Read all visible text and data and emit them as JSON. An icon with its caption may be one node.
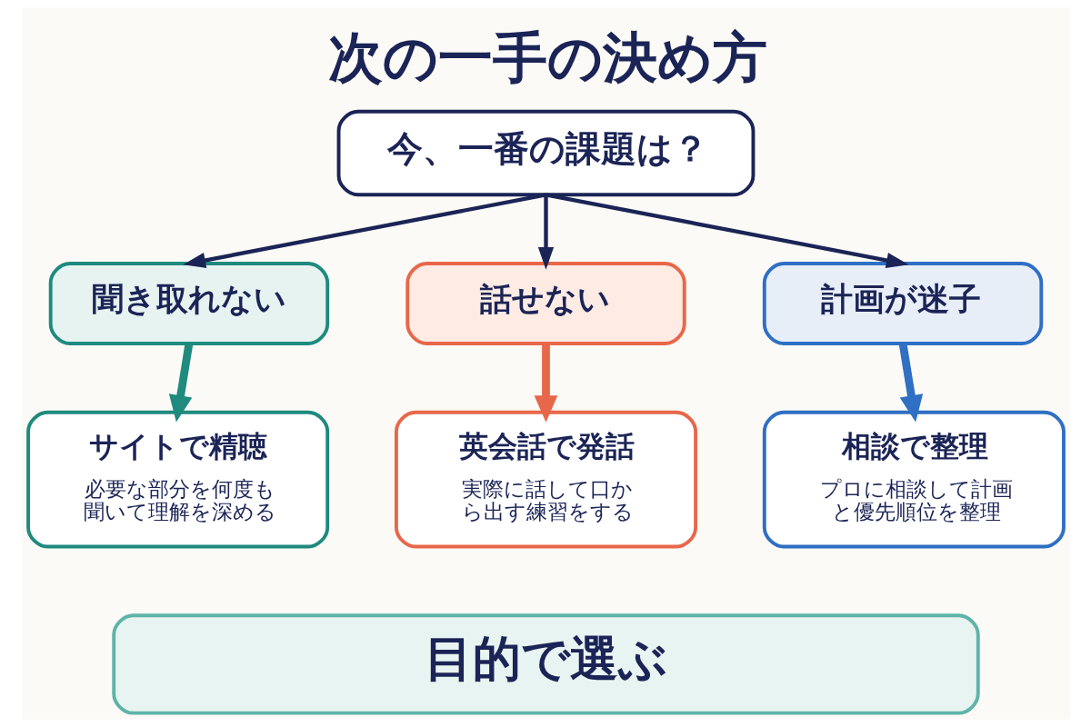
{
  "diagram": {
    "title": "次の一手の決め方",
    "nodes": [
      {
        "text": [
          "今、一番の課題は？"
        ]
      },
      {
        "text": [
          "聞き取れない"
        ]
      },
      {
        "text": [
          "話せない"
        ]
      },
      {
        "text": [
          "計画が迷子"
        ]
      },
      {
        "text": [
          "サイトで精聴",
          "必要な部分を何度も聞いて理解を深める"
        ]
      },
      {
        "text": [
          "英会話で発話",
          "実際に話して口から出す練習をする"
        ]
      },
      {
        "text": [
          "相談で整理",
          "プロに相談して計画と優先順位を整理"
        ]
      },
      {
        "text": [
          "目的で選ぶ"
        ]
      }
    ],
    "edges": [
      {
        "from": 0,
        "to": 1,
        "arrow": "to"
      },
      {
        "from": 0,
        "to": 2,
        "arrow": "to"
      },
      {
        "from": 0,
        "to": 3,
        "arrow": "to"
      },
      {
        "from": 1,
        "to": 4,
        "arrow": "to",
        "style": "thick",
        "color": "#1f8a7e"
      },
      {
        "from": 2,
        "to": 5,
        "arrow": "to",
        "style": "thick",
        "color": "#e8674a"
      },
      {
        "from": 3,
        "to": 6,
        "arrow": "to",
        "style": "thick",
        "color": "#2f6fc4"
      }
    ]
  }
}
